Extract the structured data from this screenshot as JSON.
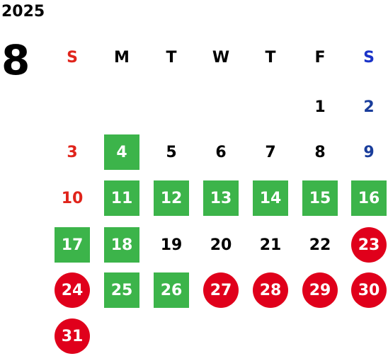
{
  "year": "2025",
  "month": "8",
  "colors": {
    "green": "#3cb44a",
    "red_circle": "#e0001b",
    "sunday_text": "#e0241b",
    "saturday_text": "#1a3d9b"
  },
  "weekdays": [
    {
      "label": "S",
      "color": "#e0241b"
    },
    {
      "label": "M",
      "color": "#000000"
    },
    {
      "label": "T",
      "color": "#000000"
    },
    {
      "label": "W",
      "color": "#000000"
    },
    {
      "label": "T",
      "color": "#000000"
    },
    {
      "label": "F",
      "color": "#000000"
    },
    {
      "label": "S",
      "color": "#1a33c8"
    }
  ],
  "days": [
    {
      "day": "1",
      "style": "plain"
    },
    {
      "day": "2",
      "style": "sat"
    },
    {
      "day": "3",
      "style": "sun"
    },
    {
      "day": "4",
      "style": "green"
    },
    {
      "day": "5",
      "style": "plain"
    },
    {
      "day": "6",
      "style": "plain"
    },
    {
      "day": "7",
      "style": "plain"
    },
    {
      "day": "8",
      "style": "plain"
    },
    {
      "day": "9",
      "style": "sat"
    },
    {
      "day": "10",
      "style": "sun"
    },
    {
      "day": "11",
      "style": "green"
    },
    {
      "day": "12",
      "style": "green"
    },
    {
      "day": "13",
      "style": "green"
    },
    {
      "day": "14",
      "style": "green"
    },
    {
      "day": "15",
      "style": "green"
    },
    {
      "day": "16",
      "style": "green"
    },
    {
      "day": "17",
      "style": "green"
    },
    {
      "day": "18",
      "style": "green"
    },
    {
      "day": "19",
      "style": "plain"
    },
    {
      "day": "20",
      "style": "plain"
    },
    {
      "day": "21",
      "style": "plain"
    },
    {
      "day": "22",
      "style": "plain"
    },
    {
      "day": "23",
      "style": "circle"
    },
    {
      "day": "24",
      "style": "circle"
    },
    {
      "day": "25",
      "style": "green"
    },
    {
      "day": "26",
      "style": "green"
    },
    {
      "day": "27",
      "style": "circle"
    },
    {
      "day": "28",
      "style": "circle"
    },
    {
      "day": "29",
      "style": "circle"
    },
    {
      "day": "30",
      "style": "circle"
    },
    {
      "day": "31",
      "style": "circle"
    }
  ],
  "first_weekday_index": 5
}
